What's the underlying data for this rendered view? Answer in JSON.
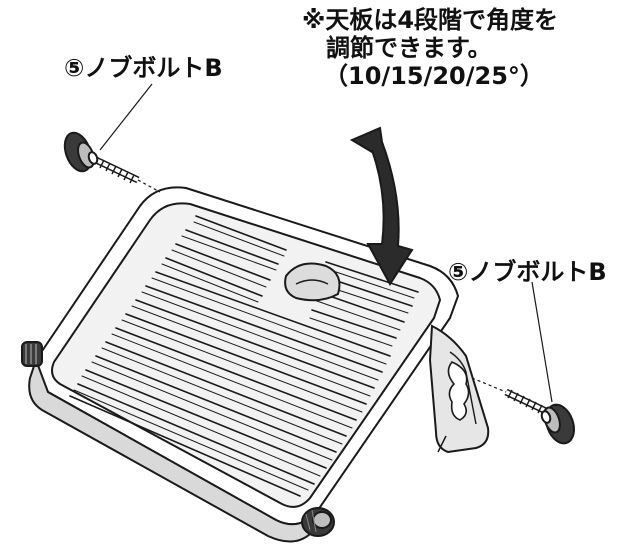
{
  "labels": {
    "bolt_left": "⑤ノブボルトB",
    "bolt_right": "⑤ノブボルトB"
  },
  "note": {
    "line1": "※天板は4段階で角度を",
    "line2": "調節できます。",
    "line3": "（10/15/20/25°）"
  },
  "colors": {
    "line": "#1a1a1a",
    "fill": "#ffffff",
    "shade": "#cfcfcf",
    "dark": "#4a4a4a"
  }
}
